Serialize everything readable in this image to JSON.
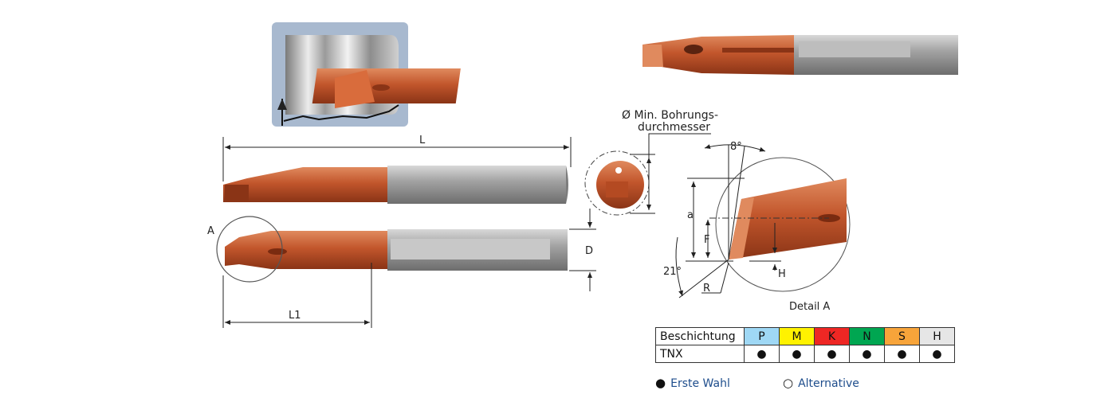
{
  "labels": {
    "min_bore_line1": "Ø Min. Bohrungs-",
    "min_bore_line2": "durchmesser",
    "length_L": "L",
    "length_L1": "L1",
    "diameter_D": "D",
    "detail_marker": "A",
    "angle_8": "8°",
    "angle_21": "21°",
    "dim_a": "a",
    "dim_F": "F",
    "dim_H": "H",
    "dim_R": "R",
    "detail_caption": "Detail A"
  },
  "coating_table": {
    "header_label": "Beschichtung",
    "columns": [
      {
        "code": "P",
        "color": "#9fd8f5"
      },
      {
        "code": "M",
        "color": "#fff200"
      },
      {
        "code": "K",
        "color": "#ee2724"
      },
      {
        "code": "N",
        "color": "#00a651"
      },
      {
        "code": "S",
        "color": "#f7a43a"
      },
      {
        "code": "H",
        "color": "#e6e6e6"
      }
    ],
    "rows": [
      {
        "name": "TNX",
        "values": [
          "●",
          "●",
          "●",
          "●",
          "●",
          "●"
        ]
      }
    ]
  },
  "legend": {
    "first_choice_symbol": "●",
    "first_choice_label": "Erste Wahl",
    "alternative_symbol": "○",
    "alternative_label": "Alternative"
  },
  "colors": {
    "coating_copper": "#c8643a",
    "shank_steel": "#a8a8a8",
    "legend_text": "#1e4d8c"
  }
}
